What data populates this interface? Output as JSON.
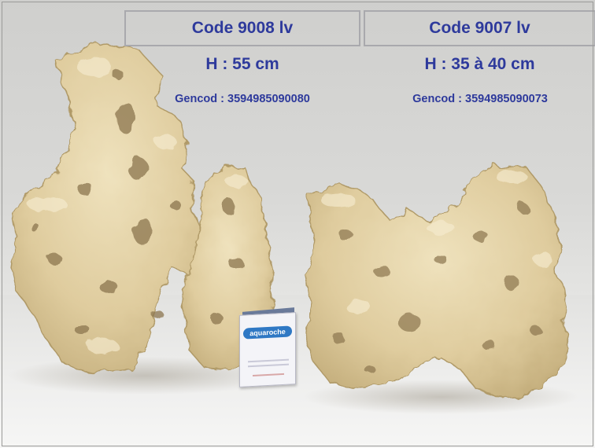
{
  "products": [
    {
      "code": "Code 9008 lv",
      "height": "H : 55 cm",
      "gencod": "Gencod : 3594985090080"
    },
    {
      "code": "Code 9007 lv",
      "height": "H : 35 à 40 cm",
      "gencod": "Gencod : 3594985090073"
    }
  ],
  "booklet": {
    "brand": "aquaroche"
  },
  "colors": {
    "text": "#2e3a9c",
    "rock_light": "#eadbb4",
    "rock_mid": "#d8c597",
    "rock_dark": "#b9a26e",
    "background": "#d9d9d7"
  }
}
